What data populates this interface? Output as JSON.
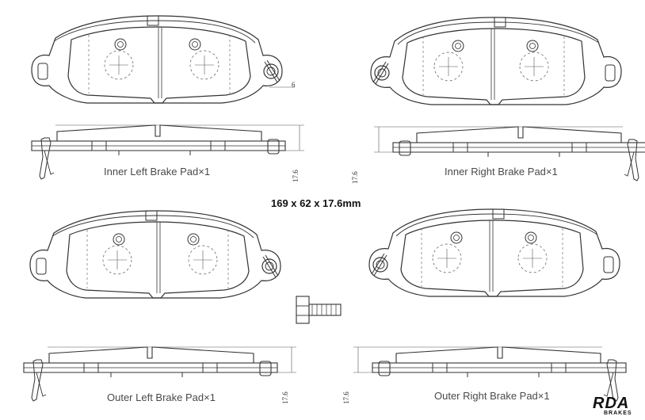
{
  "labels": {
    "inner_left": "Inner Left Brake Pad×1",
    "inner_right": "Inner Right Brake Pad×1",
    "outer_left": "Outer Left Brake Pad×1",
    "outer_right": "Outer Right Brake Pad×1"
  },
  "dimensions": "169 x 62 x 17.6mm",
  "thickness_marks": [
    "17.6",
    "17.6",
    "17.6",
    "17.6"
  ],
  "shim_mark": "6",
  "logo": {
    "main": "RDA",
    "sub": "BRAKES"
  },
  "colors": {
    "line": "#333333",
    "text": "#4a4a4a"
  }
}
